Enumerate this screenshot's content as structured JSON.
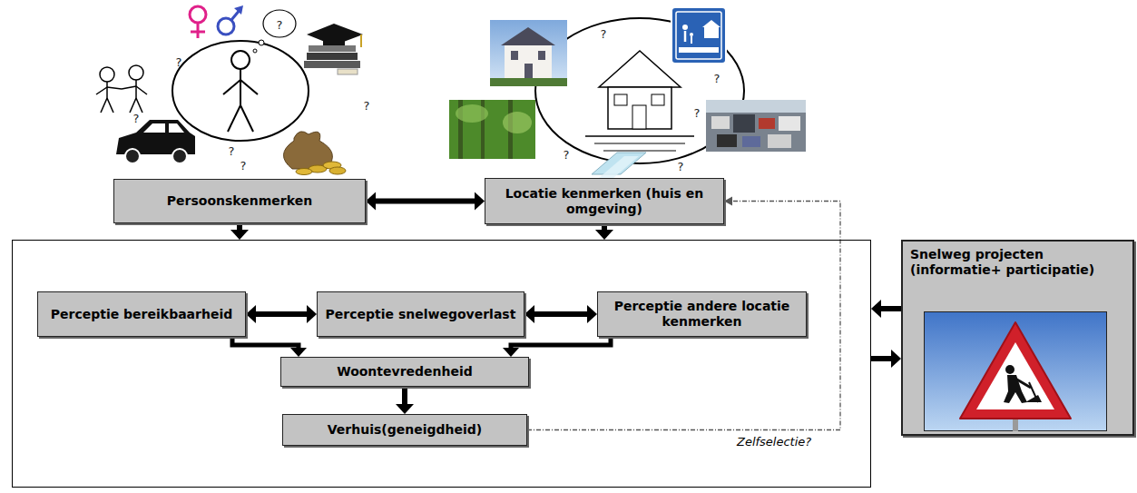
{
  "diagram": {
    "nodes": [
      {
        "text": [
          "Persoonskenmerken"
        ]
      },
      {
        "text": [
          "Locatie kenmerken (huis en omgeving)"
        ]
      },
      {
        "text": []
      },
      {
        "text": [
          "Perceptie bereikbaarheid"
        ],
        "in": 2
      },
      {
        "text": [
          "Perceptie snelwegoverlast"
        ],
        "in": 2
      },
      {
        "text": [
          "Perceptie andere locatie kenmerken"
        ],
        "in": 2
      },
      {
        "text": [
          "Woontevredenheid"
        ],
        "in": 2
      },
      {
        "text": [
          "Verhuis(geneigdheid)"
        ],
        "in": 2
      },
      {
        "text": [
          "Snelweg projecten (informatie+ participatie)"
        ]
      }
    ],
    "edges": [
      {
        "from": 0,
        "to": 1,
        "arrow": "both"
      },
      {
        "from": 0,
        "to": 2,
        "arrow": "to"
      },
      {
        "from": 1,
        "to": 2,
        "arrow": "to"
      },
      {
        "from": 3,
        "to": 4,
        "arrow": "both"
      },
      {
        "from": 4,
        "to": 5,
        "arrow": "both"
      },
      {
        "from": 3,
        "to": 6,
        "arrow": "to"
      },
      {
        "from": 5,
        "to": 6,
        "arrow": "to"
      },
      {
        "from": 6,
        "to": 7,
        "arrow": "to"
      },
      {
        "from": 7,
        "to": 1,
        "label": "Zelfselectie?",
        "arrow": "to"
      },
      {
        "from": 8,
        "to": 2,
        "arrow": "to"
      },
      {
        "from": 2,
        "to": 8,
        "arrow": "to"
      }
    ],
    "labels": [
      "?",
      "?",
      "?",
      "?",
      "?",
      "?",
      "?",
      "?",
      "?",
      "?",
      "?"
    ]
  }
}
